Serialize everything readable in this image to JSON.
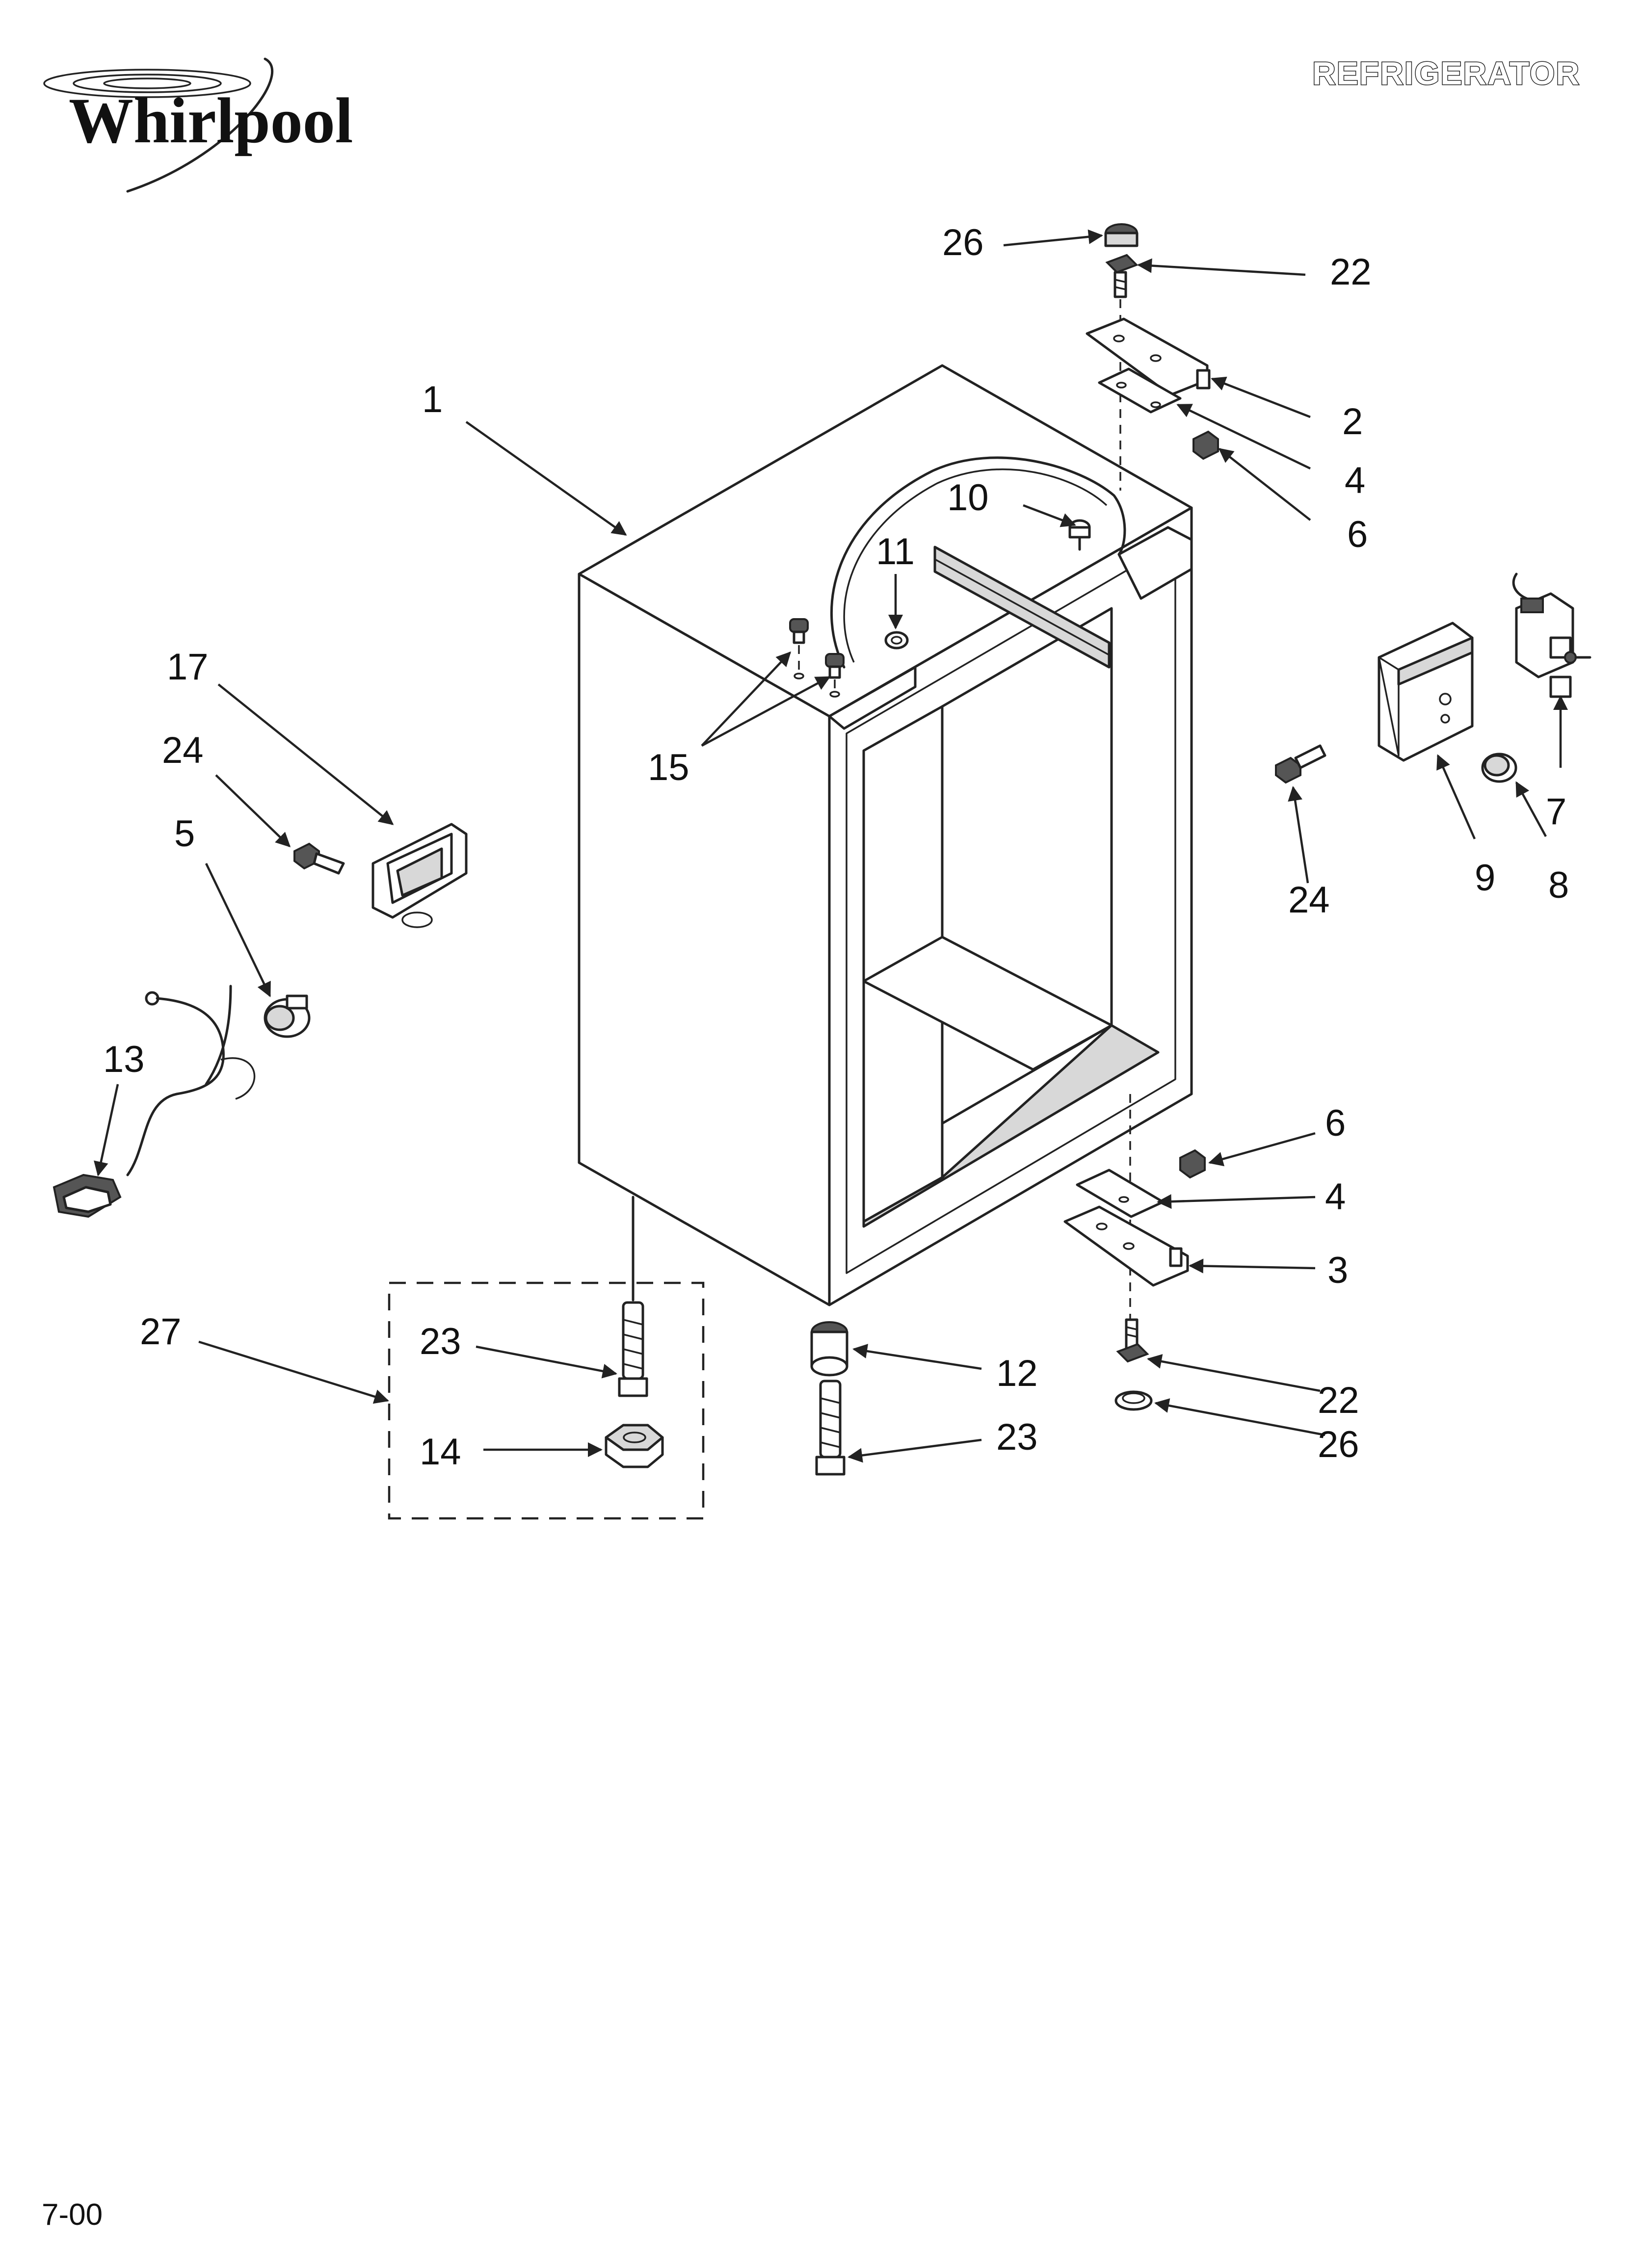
{
  "brand": {
    "name": "Whirlpool"
  },
  "header": {
    "category": "REFRIGERATOR"
  },
  "footer": {
    "date_code": "7-00"
  },
  "callouts": [
    {
      "id": "1",
      "label": "1"
    },
    {
      "id": "2",
      "label": "2"
    },
    {
      "id": "3",
      "label": "3"
    },
    {
      "id": "4a",
      "label": "4"
    },
    {
      "id": "4b",
      "label": "4"
    },
    {
      "id": "5",
      "label": "5"
    },
    {
      "id": "6a",
      "label": "6"
    },
    {
      "id": "6b",
      "label": "6"
    },
    {
      "id": "7",
      "label": "7"
    },
    {
      "id": "8",
      "label": "8"
    },
    {
      "id": "9",
      "label": "9"
    },
    {
      "id": "10",
      "label": "10"
    },
    {
      "id": "11",
      "label": "11"
    },
    {
      "id": "12",
      "label": "12"
    },
    {
      "id": "13",
      "label": "13"
    },
    {
      "id": "14",
      "label": "14"
    },
    {
      "id": "15",
      "label": "15"
    },
    {
      "id": "17",
      "label": "17"
    },
    {
      "id": "22a",
      "label": "22"
    },
    {
      "id": "22b",
      "label": "22"
    },
    {
      "id": "23a",
      "label": "23"
    },
    {
      "id": "23b",
      "label": "23"
    },
    {
      "id": "24a",
      "label": "24"
    },
    {
      "id": "24b",
      "label": "24"
    },
    {
      "id": "26a",
      "label": "26"
    },
    {
      "id": "26b",
      "label": "26"
    },
    {
      "id": "27",
      "label": "27"
    }
  ]
}
